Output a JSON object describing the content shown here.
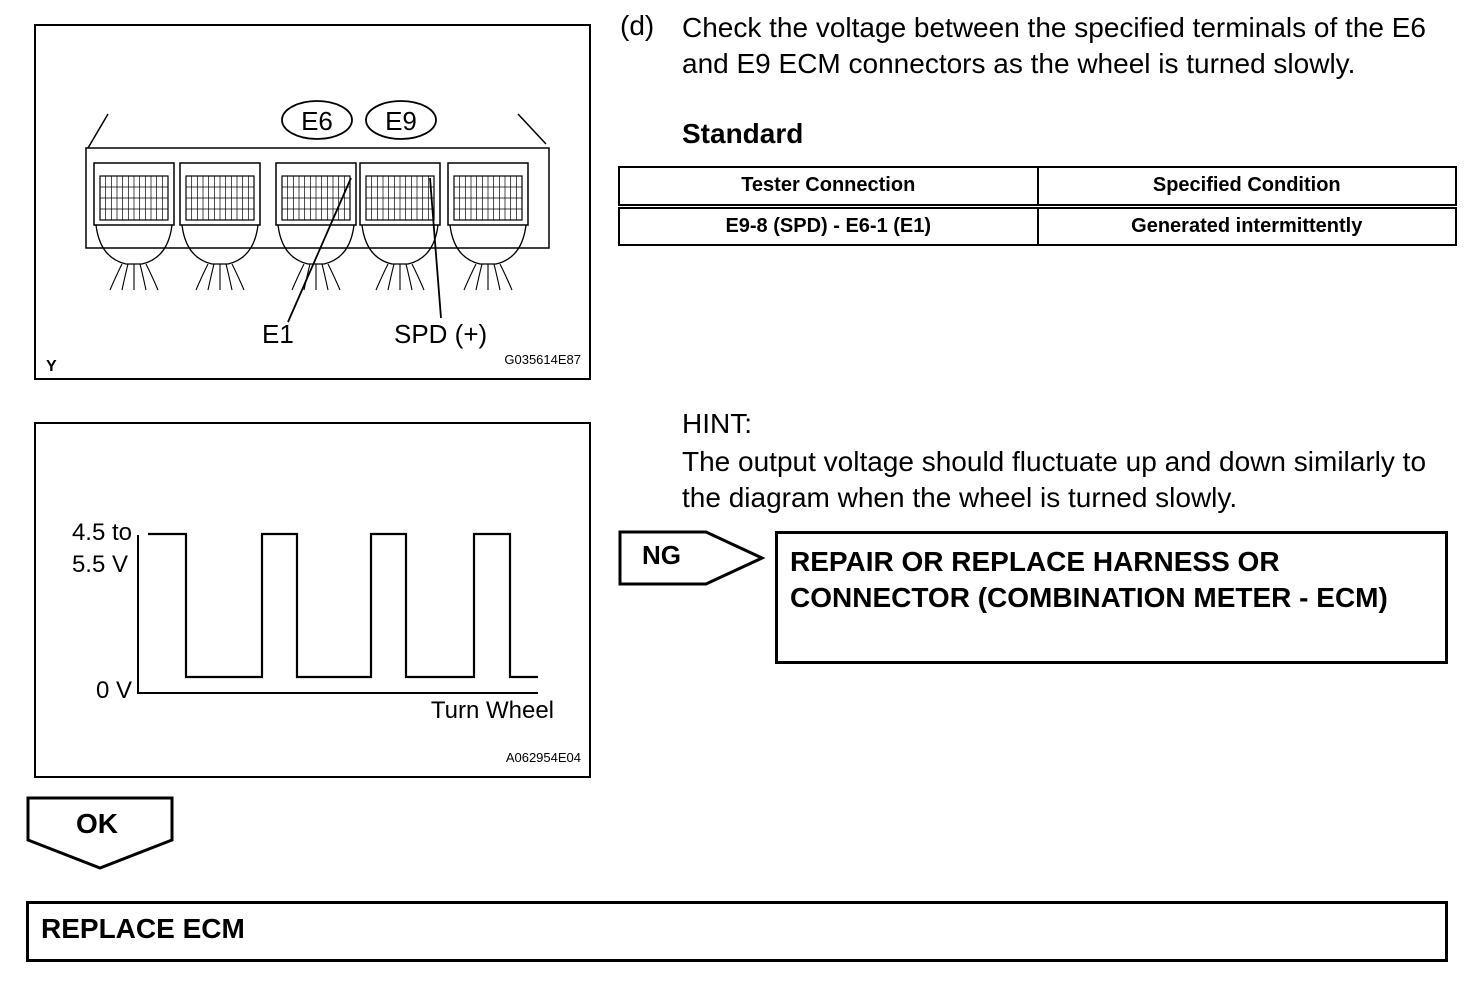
{
  "figure1": {
    "connector_labels": [
      "E6",
      "E9"
    ],
    "terminal_labels": [
      "E1",
      "SPD (+)"
    ],
    "corner_letter": "Y",
    "figure_code": "G035614E87"
  },
  "figure2": {
    "high_level_line1": "4.5 to",
    "high_level_line2": "5.5 V",
    "low_level": "0 V",
    "axis_label": "Turn Wheel",
    "figure_code": "A062954E04"
  },
  "step": {
    "marker": "(d)",
    "text": "Check the voltage between the specified terminals of the E6 and E9 ECM connectors as the wheel is turned slowly."
  },
  "standard_label": "Standard",
  "spec_table": {
    "headers": [
      "Tester Connection",
      "Specified Condition"
    ],
    "rows": [
      [
        "E9-8 (SPD) - E6-1 (E1)",
        "Generated intermittently"
      ]
    ]
  },
  "hint": {
    "label": "HINT:",
    "text": "The output voltage should fluctuate up and down similarly to the diagram when the wheel is turned slowly."
  },
  "ng": {
    "label": "NG",
    "action": "REPAIR OR REPLACE HARNESS OR CONNECTOR (COMBINATION METER - ECM)"
  },
  "ok": {
    "label": "OK",
    "action": "REPLACE ECM"
  }
}
